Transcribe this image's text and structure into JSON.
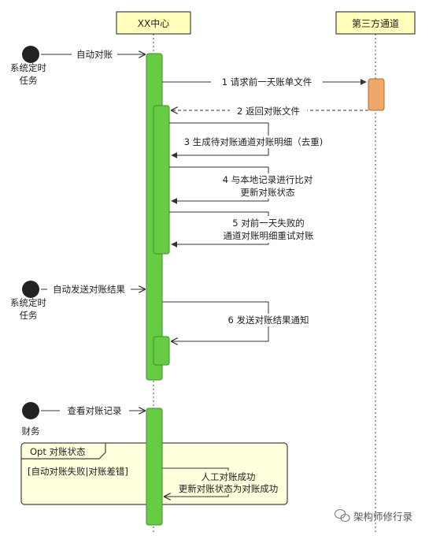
{
  "participants": {
    "xx_center": "XX中心",
    "third_party": "第三方通道"
  },
  "actors": {
    "system_timer_1": [
      "系统定时",
      "任务"
    ],
    "system_timer_2": [
      "系统定时",
      "任务"
    ],
    "finance": "财务"
  },
  "messages": {
    "m_auto_reconcile": "自动对账",
    "m1": "1 请求前一天账单文件",
    "m2": "2 返回对账文件",
    "m3": "3 生成待对账通道对账明细（去重)",
    "m4": [
      "4 与本地记录进行比对",
      "更新对账状态"
    ],
    "m5": [
      "5 对前一天失败的",
      "通道对账明细重试对账"
    ],
    "m_auto_send": "自动发送对账结果",
    "m6": "6 发送对账结果通知",
    "m_view_records": "查看对账记录",
    "m_manual": [
      "人工对账成功",
      "更新对账状态为对账成功"
    ]
  },
  "opt_fragment": {
    "title": "Opt 对账状态",
    "guard": "[自动对账失败|对账差错]"
  },
  "watermark": "架构师修行录",
  "colors": {
    "participant_fill": "#ffffbb",
    "participant_stroke": "#444444",
    "activation_green": "#66cc44",
    "activation_green_stroke": "#3f8f2a",
    "activation_orange": "#f0a86a",
    "actor_fill": "#222222",
    "fragment_fill": "#ffffdd"
  }
}
